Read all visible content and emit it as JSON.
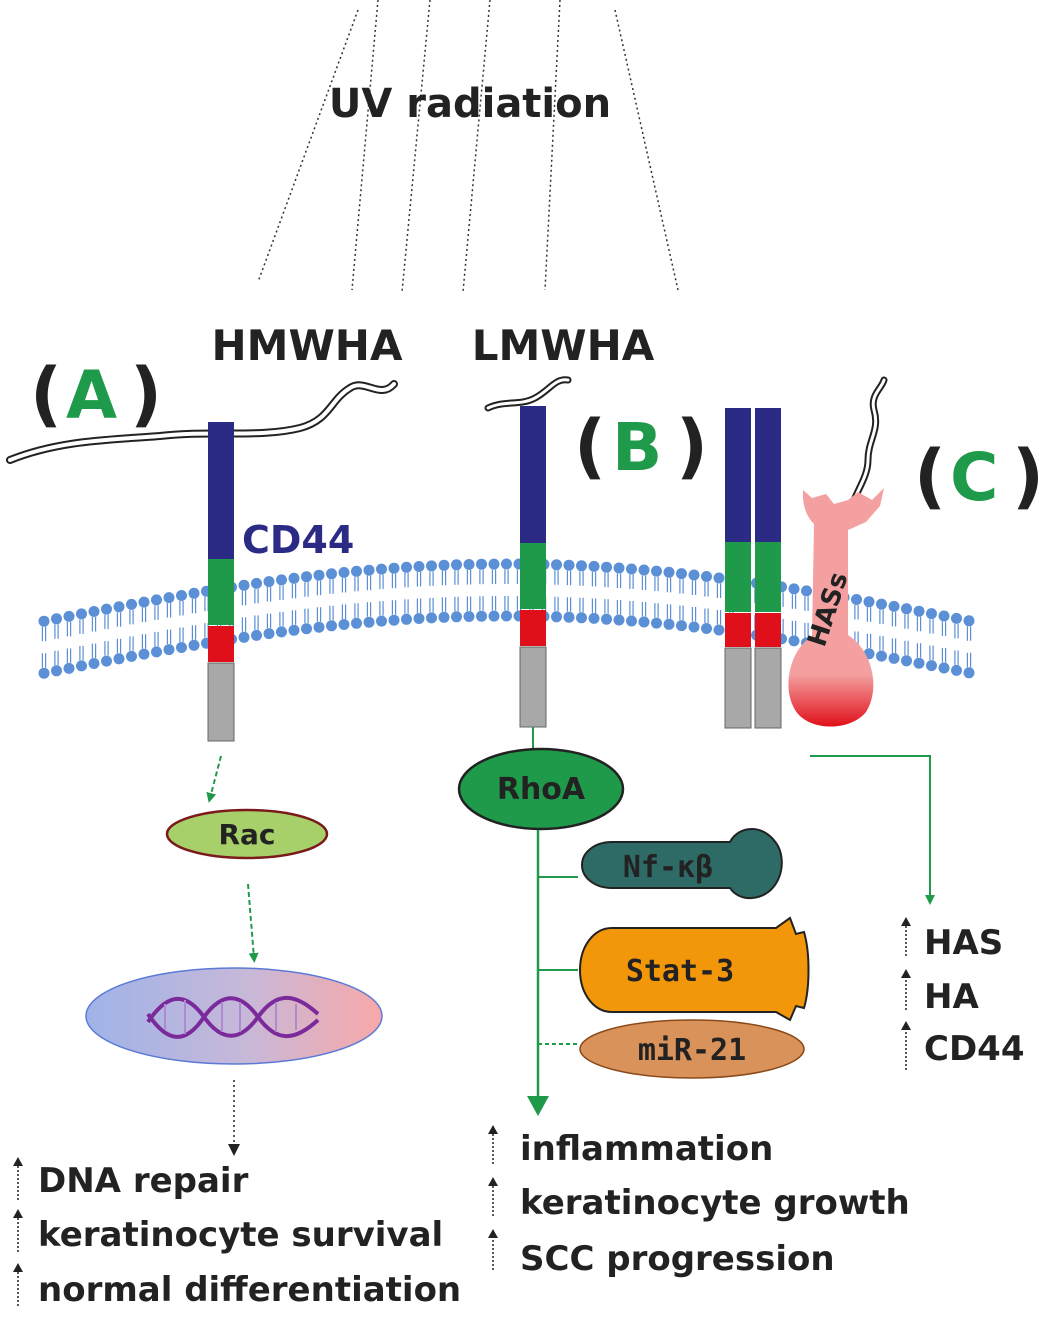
{
  "title": "UV radiation",
  "panels": {
    "a": {
      "open": "(",
      "letter": "A",
      "close": ")"
    },
    "b": {
      "open": "(",
      "letter": "B",
      "close": ")"
    },
    "c": {
      "open": "(",
      "letter": "C",
      "close": ")"
    }
  },
  "labels": {
    "hmwha": "HMWHA",
    "lmwha": "LMWHA",
    "cd44": "CD44",
    "hass": "HASs"
  },
  "nodes": {
    "rac": "Rac",
    "rhoa": "RhoA",
    "nfkb": "Nf-κβ",
    "stat3": "Stat-3",
    "mir21": "miR-21"
  },
  "outcomes": {
    "a": [
      "DNA repair",
      "keratinocyte survival",
      "normal differentiation"
    ],
    "b": [
      "inflammation",
      "keratinocyte growth",
      "SCC progression"
    ],
    "c": [
      "HAS",
      "HA",
      "CD44"
    ]
  },
  "colors": {
    "cd44_extracellular": "#2b2b86",
    "cd44_transmembrane": "#1f9a4a",
    "cd44_stem": "#e0101a",
    "cd44_cytoplasmic": "#a8a8a8",
    "membrane": "#5b8fd6",
    "pathway_arrow": "#1f9a4a",
    "rac": "#a8d06a",
    "rhoa": "#1f9a4a",
    "nfkb": "#2f6b66",
    "stat3": "#f2960a",
    "mir21": "#d9925a",
    "has_enzyme": "#f4a0a0"
  },
  "icons": {
    "dna": "dna-helix-icon",
    "up": "up-arrow-icon"
  }
}
